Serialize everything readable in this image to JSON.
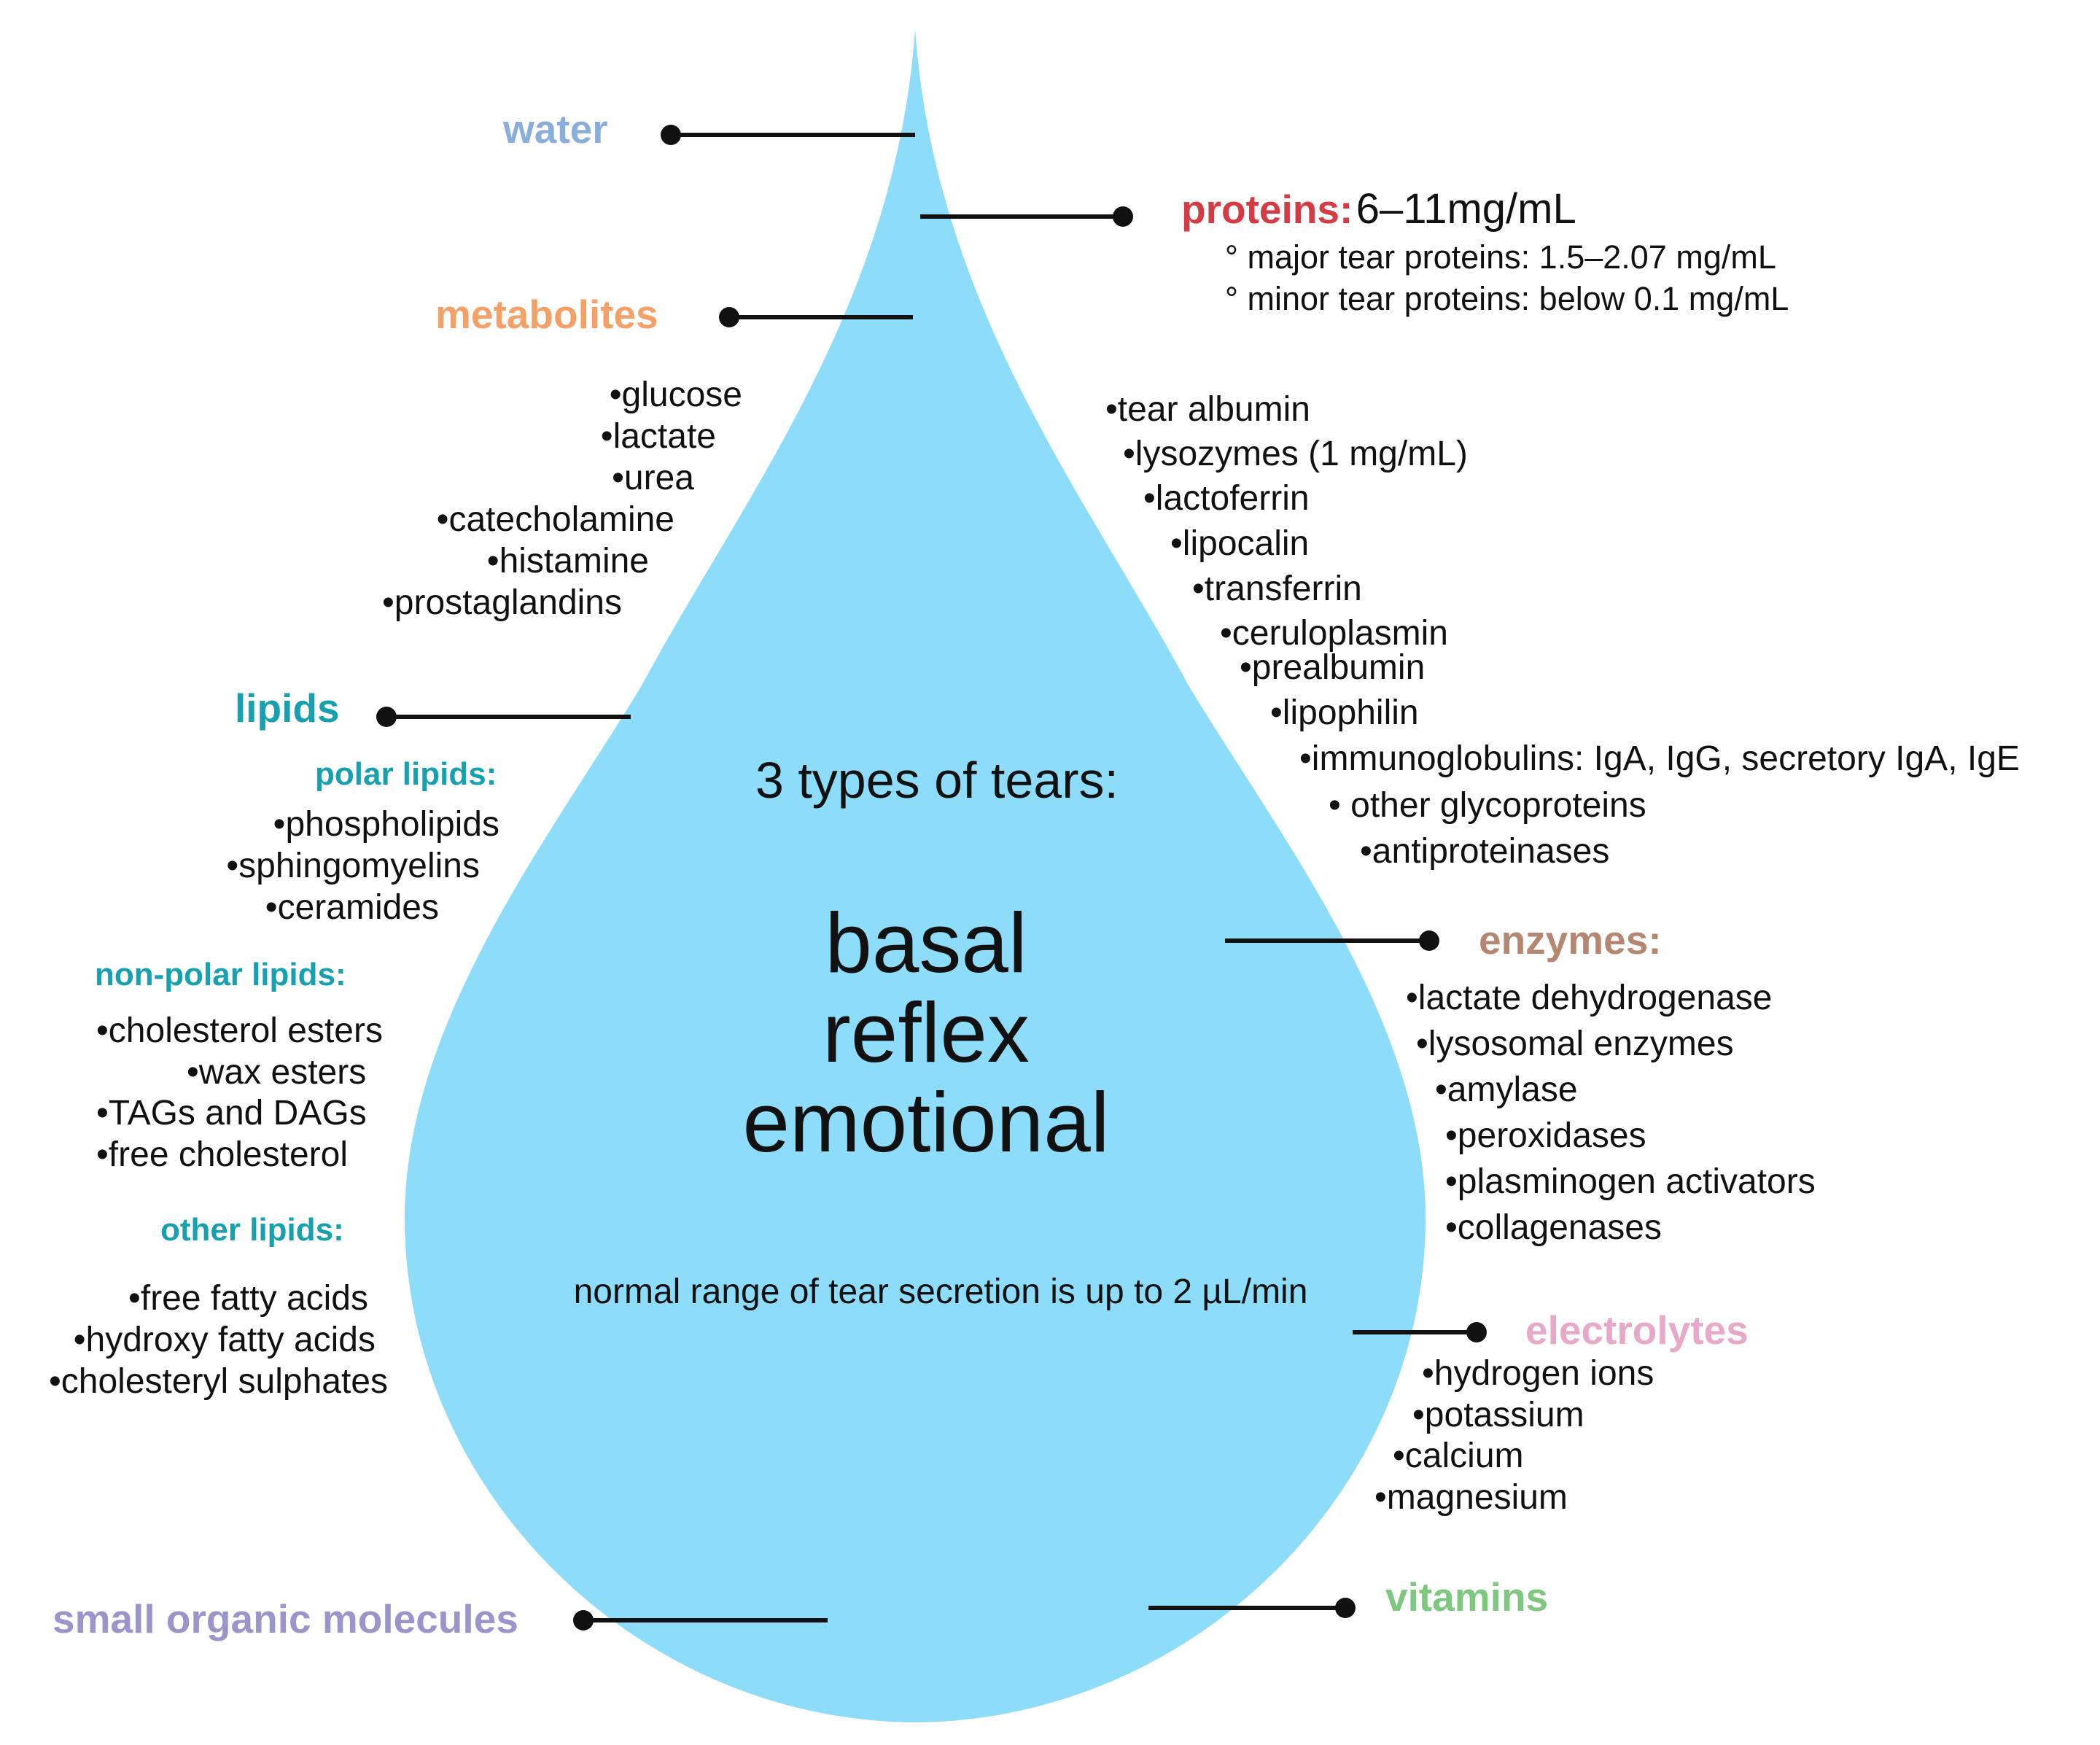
{
  "colors": {
    "drop": "#8ddcf9",
    "line": "#111111",
    "text": "#111111",
    "water": "#8aaedb",
    "proteins": "#d43b43",
    "metabolites": "#f4a066",
    "lipids": "#17a1b0",
    "enzymes": "#b58670",
    "electrolytes": "#e8a9c9",
    "vitamins": "#7ec77e",
    "small_organic": "#9a95cb"
  },
  "center": {
    "heading": "3 types of tears:",
    "types": [
      "basal",
      "reflex",
      "emotional"
    ],
    "secretion_note": "normal range of tear secretion is up to 2 µL/min"
  },
  "water": {
    "label": "water"
  },
  "proteins": {
    "label": "proteins:",
    "value": "6–11mg/mL",
    "details": [
      "° major tear proteins: 1.5–2.07 mg/mL",
      "° minor tear proteins: below 0.1 mg/mL"
    ],
    "items": [
      "•tear albumin",
      "•lysozymes (1 mg/mL)",
      "•lactoferrin",
      "•lipocalin",
      "•transferrin",
      "•ceruloplasmin",
      "•prealbumin",
      "•lipophilin",
      "•immunoglobulins: IgA, IgG, secretory IgA, IgE",
      "• other glycoproteins",
      "•antiproteinases"
    ]
  },
  "metabolites": {
    "label": "metabolites",
    "items": [
      "•glucose",
      "•lactate",
      "•urea",
      "•catecholamine",
      "•histamine",
      "•prostaglandins"
    ]
  },
  "lipids": {
    "label": "lipids",
    "polar_label": "polar lipids:",
    "polar": [
      "•phospholipids",
      "•sphingomyelins",
      "•ceramides"
    ],
    "nonpolar_label": "non-polar lipids:",
    "nonpolar": [
      "•cholesterol esters",
      "•wax esters",
      "•TAGs and DAGs",
      "•free cholesterol"
    ],
    "other_label": "other lipids:",
    "other": [
      "•free fatty acids",
      "•hydroxy fatty acids",
      "•cholesteryl sulphates"
    ]
  },
  "enzymes": {
    "label": "enzymes:",
    "items": [
      "•lactate dehydrogenase",
      "•lysosomal enzymes",
      "•amylase",
      "•peroxidases",
      "•plasminogen activators",
      "•collagenases"
    ]
  },
  "electrolytes": {
    "label": "electrolytes",
    "items": [
      "•hydrogen ions",
      "•potassium",
      "•calcium",
      "•magnesium"
    ]
  },
  "vitamins": {
    "label": "vitamins"
  },
  "small_organic": {
    "label": "small organic molecules"
  }
}
